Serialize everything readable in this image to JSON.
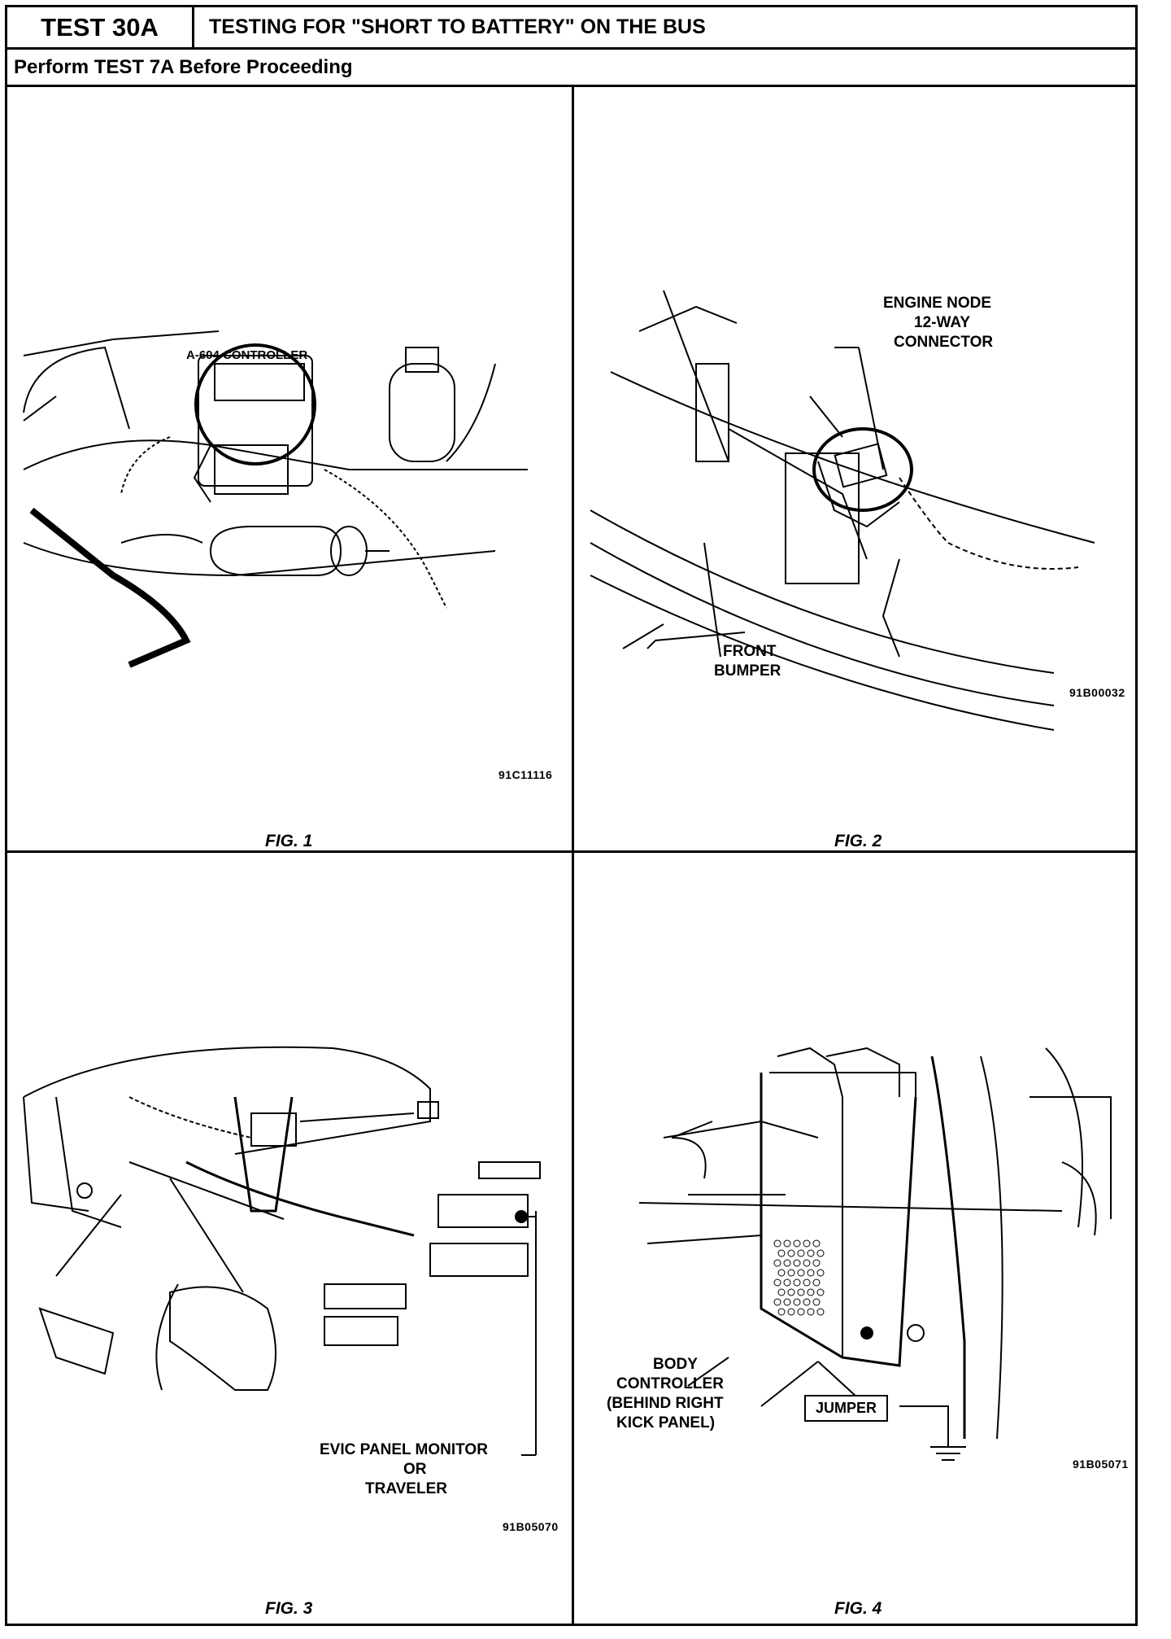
{
  "header": {
    "test_id": "TEST 30A",
    "title": "TESTING FOR \"SHORT TO BATTERY\" ON THE BUS",
    "prerequisite": "Perform TEST 7A Before Proceeding"
  },
  "figures": [
    {
      "caption": "FIG. 1",
      "code": "91C11116",
      "labels": [
        "A-604 CONTROLLER"
      ]
    },
    {
      "caption": "FIG. 2",
      "code": "91B00032",
      "labels": [
        "ENGINE NODE",
        "12-WAY",
        "CONNECTOR",
        "FRONT",
        "BUMPER"
      ]
    },
    {
      "caption": "FIG. 3",
      "code": "91B05070",
      "labels": [
        "EVIC PANEL MONITOR",
        "OR",
        "TRAVELER"
      ]
    },
    {
      "caption": "FIG. 4",
      "code": "91B05071",
      "labels": [
        "BODY",
        "CONTROLLER",
        "(BEHIND RIGHT",
        "KICK PANEL)",
        "JUMPER"
      ]
    }
  ]
}
